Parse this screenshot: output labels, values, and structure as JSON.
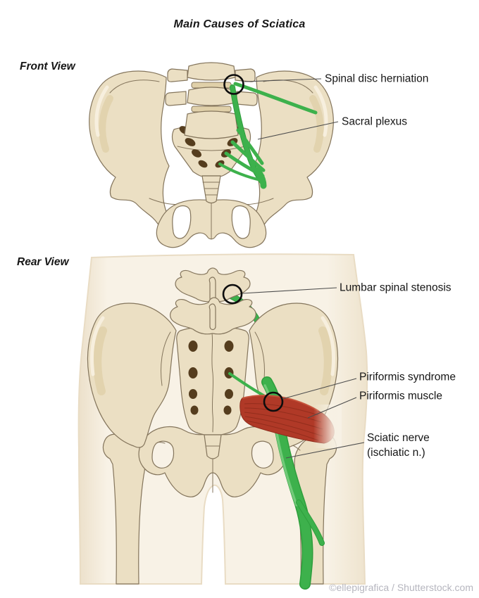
{
  "title": "Main Causes of Sciatica",
  "front_view": {
    "label": "Front View",
    "annotations": {
      "disc": "Spinal disc herniation",
      "plexus": "Sacral plexus"
    }
  },
  "rear_view": {
    "label": "Rear View",
    "annotations": {
      "stenosis": "Lumbar spinal stenosis",
      "syndrome": "Piriformis syndrome",
      "muscle": "Piriformis muscle",
      "nerve_line1": "Sciatic nerve",
      "nerve_line2": "(ischiatic n.)"
    }
  },
  "watermark": "©ellepigrafica / Shutterstock.com",
  "colors": {
    "bone": "#ebdfc3",
    "bone_shade": "#e0d0a9",
    "bone_highlight": "#f8f1e1",
    "bone_outline": "#84755c",
    "foramen": "#553d1e",
    "nerve_green": "#3db14c",
    "nerve_green_dark": "#2e9e3c",
    "muscle_red": "#b03927",
    "muscle_red_dark": "#8e2b1b",
    "body_silhouette": "#f7f1e5",
    "annotation_line": "#4d4d4d",
    "text": "#161616",
    "watermark_text": "#b6b6bf"
  }
}
